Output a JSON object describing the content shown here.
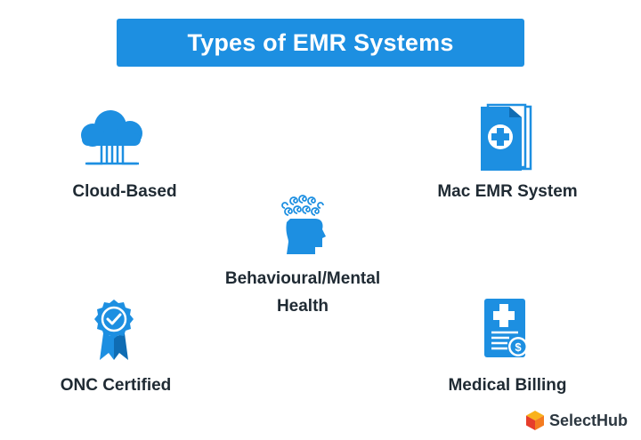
{
  "title": "Types of EMR Systems",
  "items": [
    {
      "label": "Cloud-Based",
      "icon": "cloud-icon"
    },
    {
      "label": "Mac EMR System",
      "icon": "medical-folder-icon"
    },
    {
      "label": "Behavioural/Mental",
      "label_line2": "Health",
      "icon": "brain-head-icon"
    },
    {
      "label": "ONC Certified",
      "icon": "certified-badge-icon"
    },
    {
      "label": "Medical Billing",
      "icon": "medical-bill-icon"
    }
  ],
  "logo": {
    "text": "SelectHub"
  },
  "colors": {
    "accent": "#1d8fe1",
    "text": "#1f2a33",
    "logo_orange": "#f47b20",
    "logo_red": "#e63d2b",
    "logo_yellow": "#f9b21b"
  }
}
